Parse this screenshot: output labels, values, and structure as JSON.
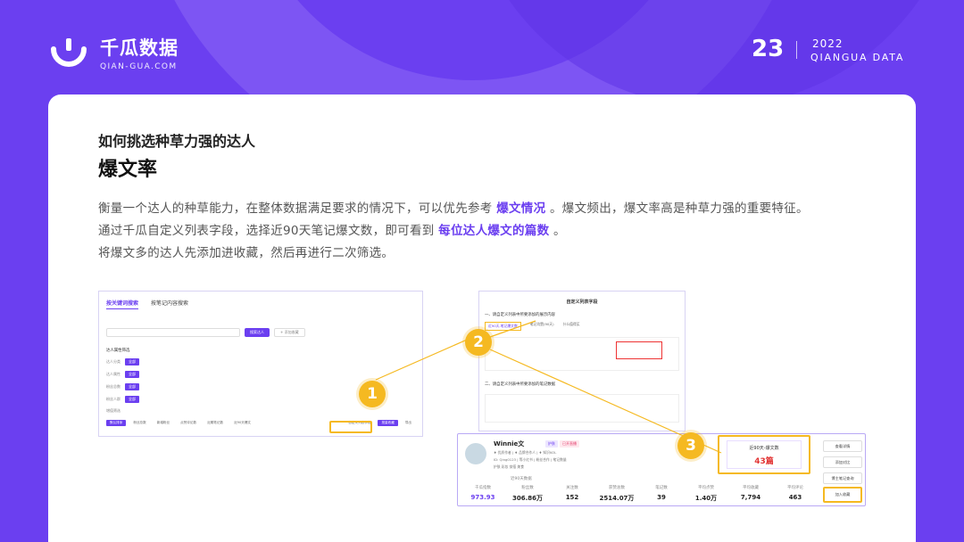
{
  "header": {
    "logo_main": "千瓜数据",
    "logo_sub": "QIAN-GUA.COM",
    "page_number": "23",
    "year": "2022",
    "brand": "QIANGUA DATA"
  },
  "content": {
    "subtitle": "如何挑选种草力强的达人",
    "title": "爆文率",
    "para1_a": "衡量一个达人的种草能力，在整体数据满足要求的情况下，可以优先参考",
    "para1_hl": "爆文情况",
    "para1_b": "。爆文频出，爆文率高是种草力强的重要特征。",
    "para2_a": "通过千瓜自定义列表字段，选择近90天笔记爆文数，即可看到",
    "para2_hl": "每位达人爆文的篇数",
    "para2_b": "。",
    "para3": "将爆文多的达人先添加进收藏，然后再进行二次筛选。"
  },
  "shot1": {
    "tab_active": "按关键词搜索",
    "tab_other": "按笔记内容搜索",
    "search_btn": "搜索达人",
    "ghost_btn": "+ 添加收藏",
    "section": "达人属性筛选",
    "rows": [
      "达人分类",
      "达人属性",
      "粉丝总数",
      "粉丝人群",
      "增值筛选"
    ],
    "chip_all": "全部",
    "bottom_btns": [
      "默认排序",
      "粉丝总数",
      "新增粉丝",
      "点赞评论数",
      "近期笔记数",
      "近90天爆文",
      "近30天新增"
    ],
    "custom_field_btn": "自定义列表字段",
    "export_btn": "导出",
    "collect_btn": "批量收藏"
  },
  "shot2": {
    "title": "自定义列表字段",
    "section1": "一、请自定义列表中所要添加的展示内容",
    "opt_selected": "近90天-笔记爆文数",
    "opt_a": "笔记均赞(90天)",
    "opt_b": "什么值得买",
    "section2": "二、请自定义列表中所要添加的笔记数据"
  },
  "shot3": {
    "name": "Winnie文",
    "tag1": "护肤",
    "tag2": "已开直播",
    "meta1": "♦ 优质作者 | ♦ 品牌合作人 | ♦ 知识KOL",
    "meta2": "ID: Qing0123 | 等小红书 | 粉丝合作 | 笔记数量",
    "meta3": "护肤  彩妆  穿搭  美食",
    "burst_head": "近90天-爆文数",
    "burst_value": "43篇",
    "ref_text": "近90天数据",
    "stats": [
      {
        "label": "千瓜指数",
        "value": "973.93"
      },
      {
        "label": "粉丝数",
        "value": "306.86万"
      },
      {
        "label": "关注数",
        "value": "152"
      },
      {
        "label": "获赞总数",
        "value": "2514.07万"
      },
      {
        "label": "笔记数",
        "value": "39"
      },
      {
        "label": "平均点赞",
        "value": "1.40万"
      },
      {
        "label": "平均收藏",
        "value": "7,794"
      },
      {
        "label": "平均评论",
        "value": "463"
      }
    ],
    "side_btns": [
      "查看详情",
      "添加对比",
      "博主笔记查询",
      "加入收藏"
    ]
  },
  "badges": [
    "1",
    "2",
    "3"
  ],
  "colors": {
    "accent": "#6b3ff0",
    "highlight": "#f5b921",
    "alert": "#e23535"
  }
}
